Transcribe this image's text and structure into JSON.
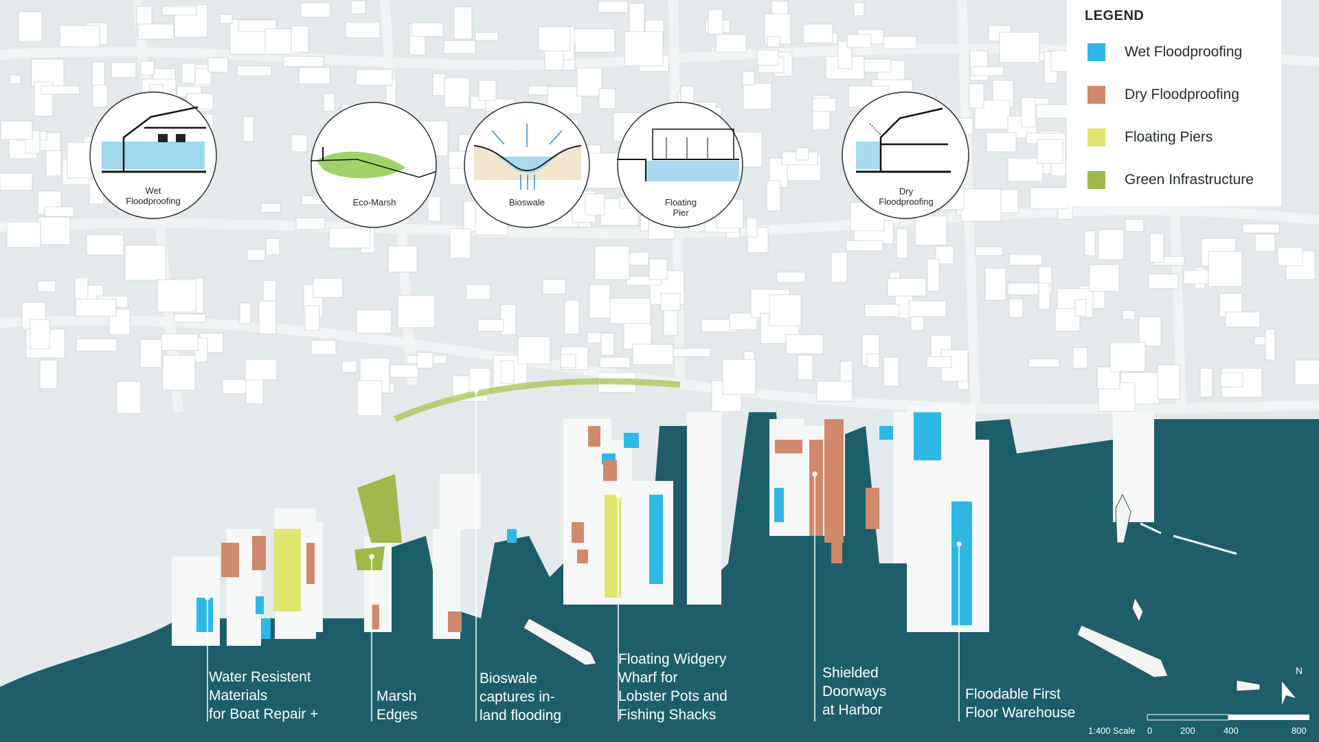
{
  "legend": {
    "title": "LEGEND",
    "items": [
      {
        "label": "Wet Floodproofing",
        "color": "#2fb8e6"
      },
      {
        "label": "Dry Floodproofing",
        "color": "#d0896a"
      },
      {
        "label": "Floating Piers",
        "color": "#dfe56e"
      },
      {
        "label": "Green Infrastructure",
        "color": "#9dbb4a"
      }
    ]
  },
  "diagrams": [
    {
      "label": "Wet\nFloodproofing",
      "icon": "wet-floodproofing-section-icon"
    },
    {
      "label": "Eco-Marsh",
      "icon": "eco-marsh-section-icon"
    },
    {
      "label": "Bioswale",
      "icon": "bioswale-section-icon"
    },
    {
      "label": "Floating\nPier",
      "icon": "floating-pier-section-icon"
    },
    {
      "label": "Dry\nFloodproofing",
      "icon": "dry-floodproofing-section-icon"
    }
  ],
  "callouts": [
    {
      "text": "Water Resistent\nMaterials\nfor Boat Repair +"
    },
    {
      "text": "Marsh\nEdges"
    },
    {
      "text": "Bioswale\ncaptures in-\nland flooding"
    },
    {
      "text": "Floating Widgery\nWharf for\nLobster Pots and\nFishing Shacks"
    },
    {
      "text": "Shielded\nDoorways\nat Harbor"
    },
    {
      "text": "Floodable First\nFloor Warehouse"
    }
  ],
  "scale_bar": {
    "prefix": "1:400 Scale",
    "ticks": [
      "0",
      "200",
      "400",
      "800"
    ]
  },
  "north_arrow": {
    "label": "N",
    "icon": "north-arrow-icon"
  },
  "colors": {
    "water": "#1e5e6a",
    "land": "#e4eaeb",
    "building": "#ffffff",
    "wet": "#2fb8e6",
    "dry": "#d0896a",
    "floating": "#dfe56e",
    "green": "#9dbb4a"
  }
}
